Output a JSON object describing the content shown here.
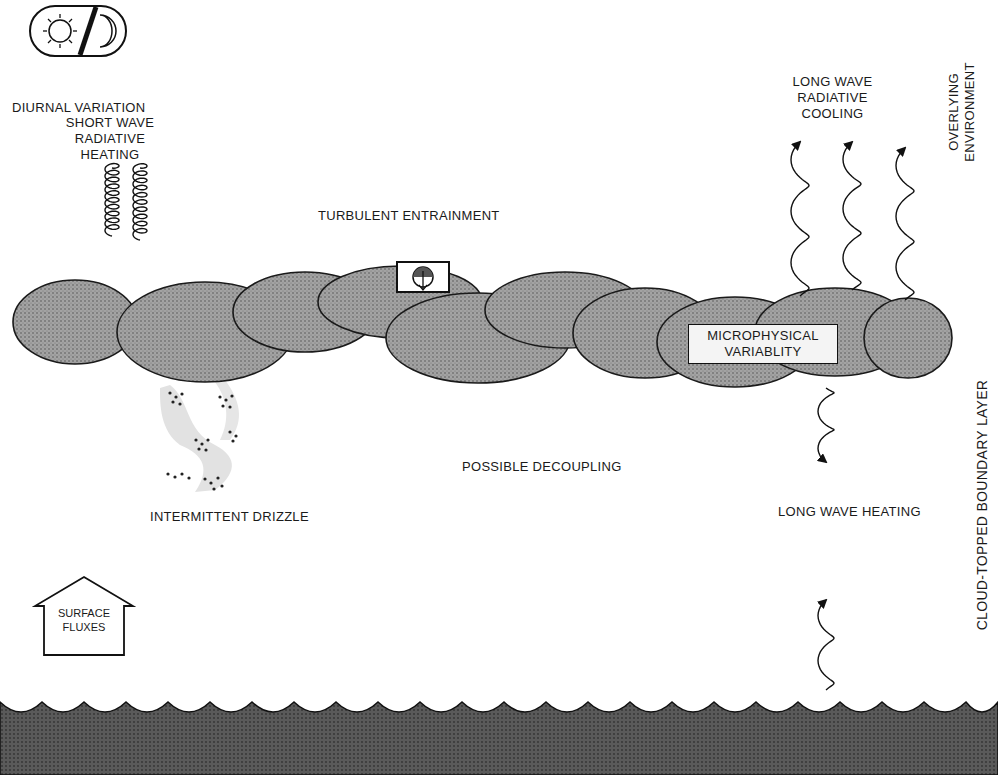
{
  "diagram": {
    "nodes": [
      {
        "text": [
          "MICROPHYSICAL VARIABLITY"
        ]
      },
      {
        "text": [
          "SURFACE FLUXES"
        ]
      }
    ],
    "labels": [
      "DIURNAL VARIATION",
      "SHORT WAVE RADIATIVE HEATING",
      "TURBULENT ENTRAINMENT",
      "LONG WAVE RADIATIVE COOLING",
      "OVERLYING ENVIRONMENT",
      "CLOUD-TOPPED BOUNDARY LAYER",
      "INTERMITTENT DRIZZLE",
      "POSSIBLE DECOUPLING",
      "LONG WAVE HEATING"
    ]
  }
}
